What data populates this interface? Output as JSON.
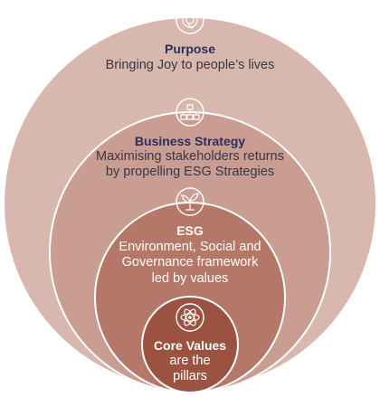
{
  "colors": {
    "outer": "#d8b8ae",
    "second": "#c99d92",
    "third": "#b57868",
    "core": "#9b5240",
    "stroke": "#ffffff",
    "title_dark": "#2a2f5a",
    "text_dark": "#3a3646",
    "text_light": "#ffffff"
  },
  "levels": {
    "purpose": {
      "title": "Purpose",
      "text": "Bringing Joy to people’s lives",
      "icon": "target-hand-icon"
    },
    "strategy": {
      "title": "Business Strategy",
      "text": "Maximising stakeholders returns\nby propelling ESG Strategies",
      "icon": "org-chart-icon"
    },
    "esg": {
      "title": "ESG",
      "text": "Environment, Social and\nGovernance framework\nled by values",
      "icon": "plant-icon"
    },
    "core": {
      "title": "Core Values",
      "text": "are the\npillars",
      "icon": "atom-icon"
    }
  }
}
